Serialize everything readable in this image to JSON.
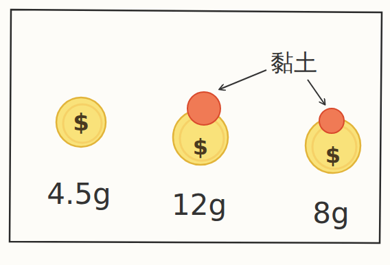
{
  "diagram": {
    "nodes": [
      {
        "text": [
          "$"
        ]
      },
      {
        "text": [
          "$"
        ]
      },
      {
        "text": [
          "$"
        ]
      }
    ],
    "labels": [
      "黏土",
      "4.5g",
      "12g",
      "8g"
    ]
  }
}
